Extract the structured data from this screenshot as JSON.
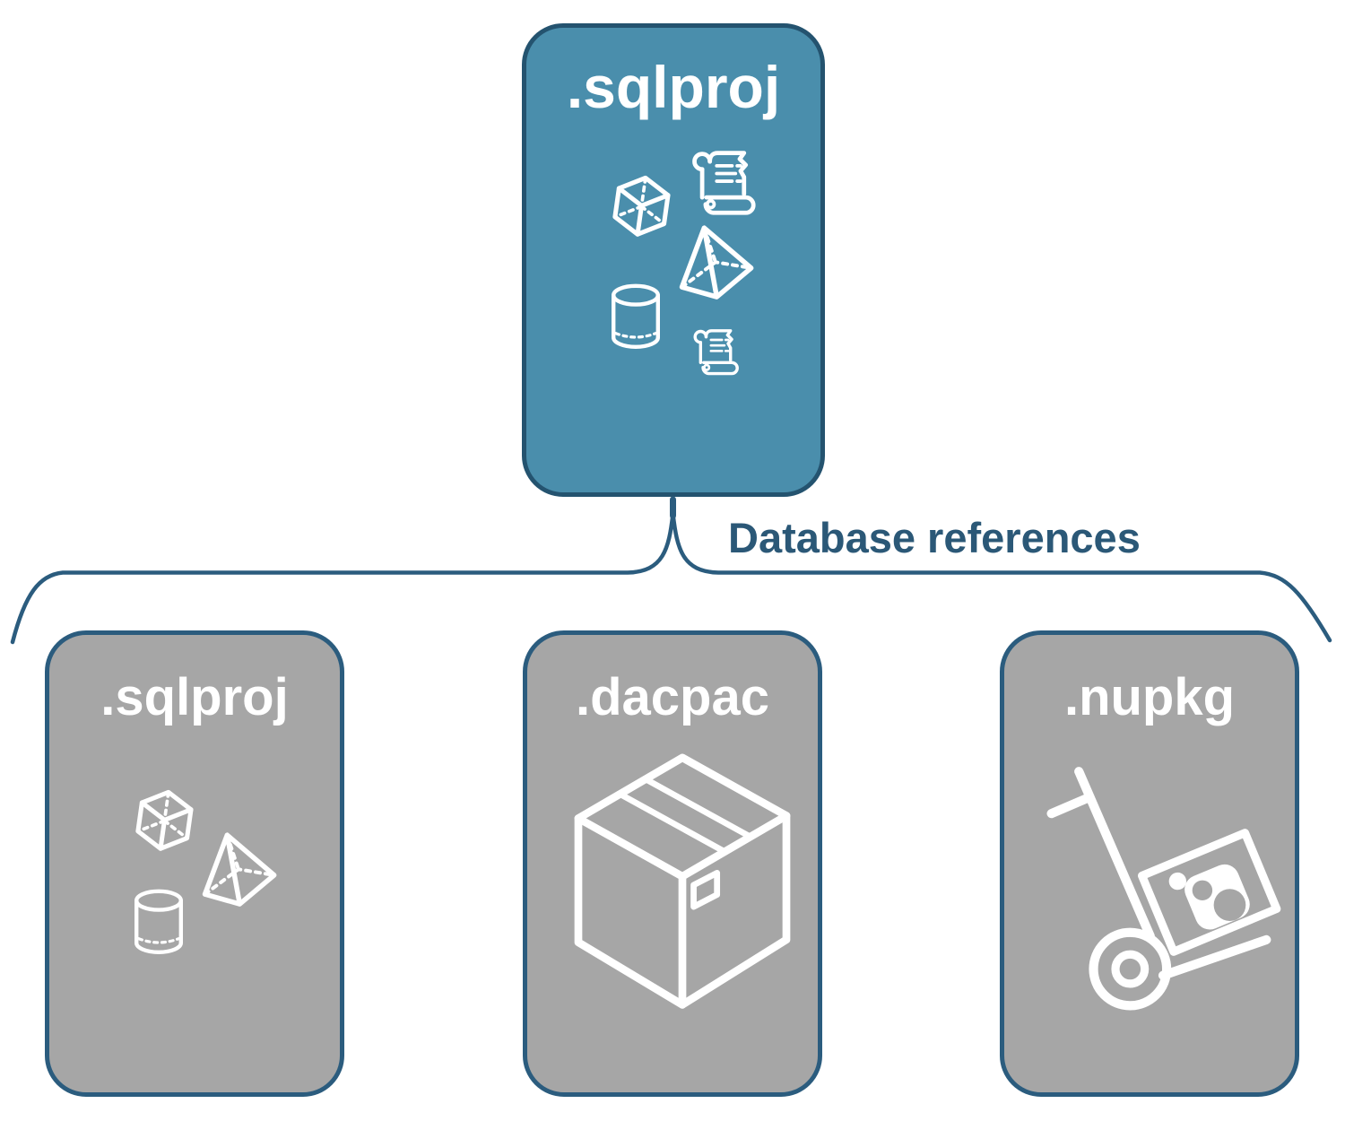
{
  "diagram": {
    "background": "#FFFFFF",
    "icon_color": "#FFFFFF",
    "root": {
      "label": ".sqlproj",
      "fill": "#4A8EAC",
      "border": "#24536F",
      "icons": [
        "scroll-icon",
        "cube-icon",
        "pyramid-icon",
        "cylinder-icon",
        "scroll-icon"
      ]
    },
    "connector": {
      "label": "Database references",
      "text_color": "#2B5877",
      "line_color": "#2B5C7E",
      "shape": "brace-fanout"
    },
    "children": [
      {
        "label": ".sqlproj",
        "fill": "#A6A6A6",
        "border": "#2B5C7E",
        "icons": [
          "cube-icon",
          "pyramid-icon",
          "cylinder-icon"
        ]
      },
      {
        "label": ".dacpac",
        "fill": "#A6A6A6",
        "border": "#2B5C7E",
        "icons": [
          "package-box-icon"
        ]
      },
      {
        "label": ".nupkg",
        "fill": "#A6A6A6",
        "border": "#2B5C7E",
        "icons": [
          "nuget-handtruck-icon"
        ]
      }
    ]
  }
}
